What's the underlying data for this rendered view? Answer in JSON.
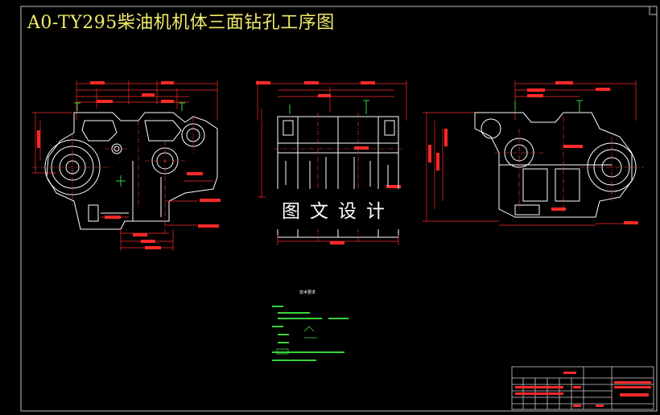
{
  "title": "A0-TY295柴油机机体三面钻孔工序图",
  "watermark": "图文设计",
  "tech_notes_heading": "技术要求",
  "colors": {
    "background": "#000000",
    "title": "#f2ec6a",
    "outline": "#ffffff",
    "dimension": "#ff2a2a",
    "center_line": "#ff3b3b",
    "green": "#39d23a",
    "frame": "#c8c8c8"
  }
}
